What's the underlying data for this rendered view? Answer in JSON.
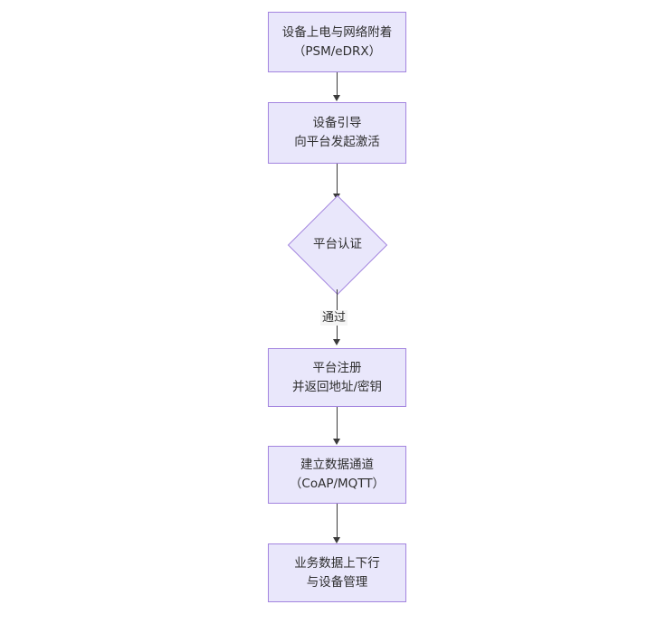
{
  "diagram": {
    "type": "flowchart",
    "orientation": "top-to-bottom",
    "title_visible": false,
    "colors": {
      "node_fill": "#e9e7fb",
      "node_border": "#a384df",
      "text": "#2e2e2e",
      "connector": "#3a3a3a",
      "edge_label_bg": "#f5f5f5",
      "background": "#ffffff"
    },
    "nodes": [
      {
        "id": "n1",
        "shape": "rectangle",
        "lines": [
          "设备上电与网络附着",
          "（PSM/eDRX）"
        ]
      },
      {
        "id": "n2",
        "shape": "rectangle",
        "lines": [
          "设备引导",
          "向平台发起激活"
        ]
      },
      {
        "id": "n3",
        "shape": "diamond",
        "lines": [
          "平台认证"
        ]
      },
      {
        "id": "n4",
        "shape": "rectangle",
        "lines": [
          "平台注册",
          "并返回地址/密钥"
        ]
      },
      {
        "id": "n5",
        "shape": "rectangle",
        "lines": [
          "建立数据通道",
          "（CoAP/MQTT）"
        ]
      },
      {
        "id": "n6",
        "shape": "rectangle",
        "lines": [
          "业务数据上下行",
          "与设备管理"
        ]
      }
    ],
    "edges": [
      {
        "id": "e1",
        "from": "n1",
        "to": "n2",
        "label": ""
      },
      {
        "id": "e2",
        "from": "n2",
        "to": "n3",
        "label": ""
      },
      {
        "id": "e3",
        "from": "n3",
        "to": "n4",
        "label": "通过"
      },
      {
        "id": "e4",
        "from": "n4",
        "to": "n5",
        "label": ""
      },
      {
        "id": "e5",
        "from": "n5",
        "to": "n6",
        "label": ""
      }
    ]
  }
}
